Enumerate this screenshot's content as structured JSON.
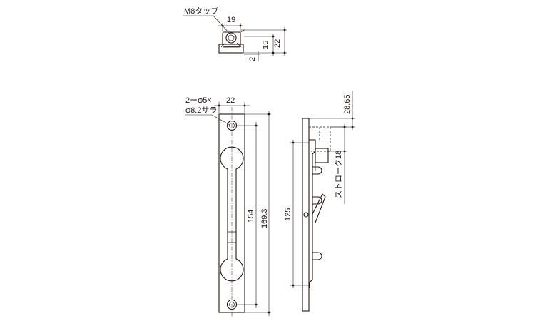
{
  "labels": {
    "tap": "M8タップ",
    "screw_line1": "2ーφ5×",
    "screw_line2": "φ8.2サラ",
    "stroke": "ストローク18"
  },
  "dimensions": {
    "top_width": "19",
    "top_height_15": "15",
    "top_height_22": "22",
    "top_offset_2": "2",
    "front_width": "22",
    "front_length_154": "154",
    "front_length_169": "169.3",
    "side_offset": "28.65",
    "side_length": "125"
  }
}
